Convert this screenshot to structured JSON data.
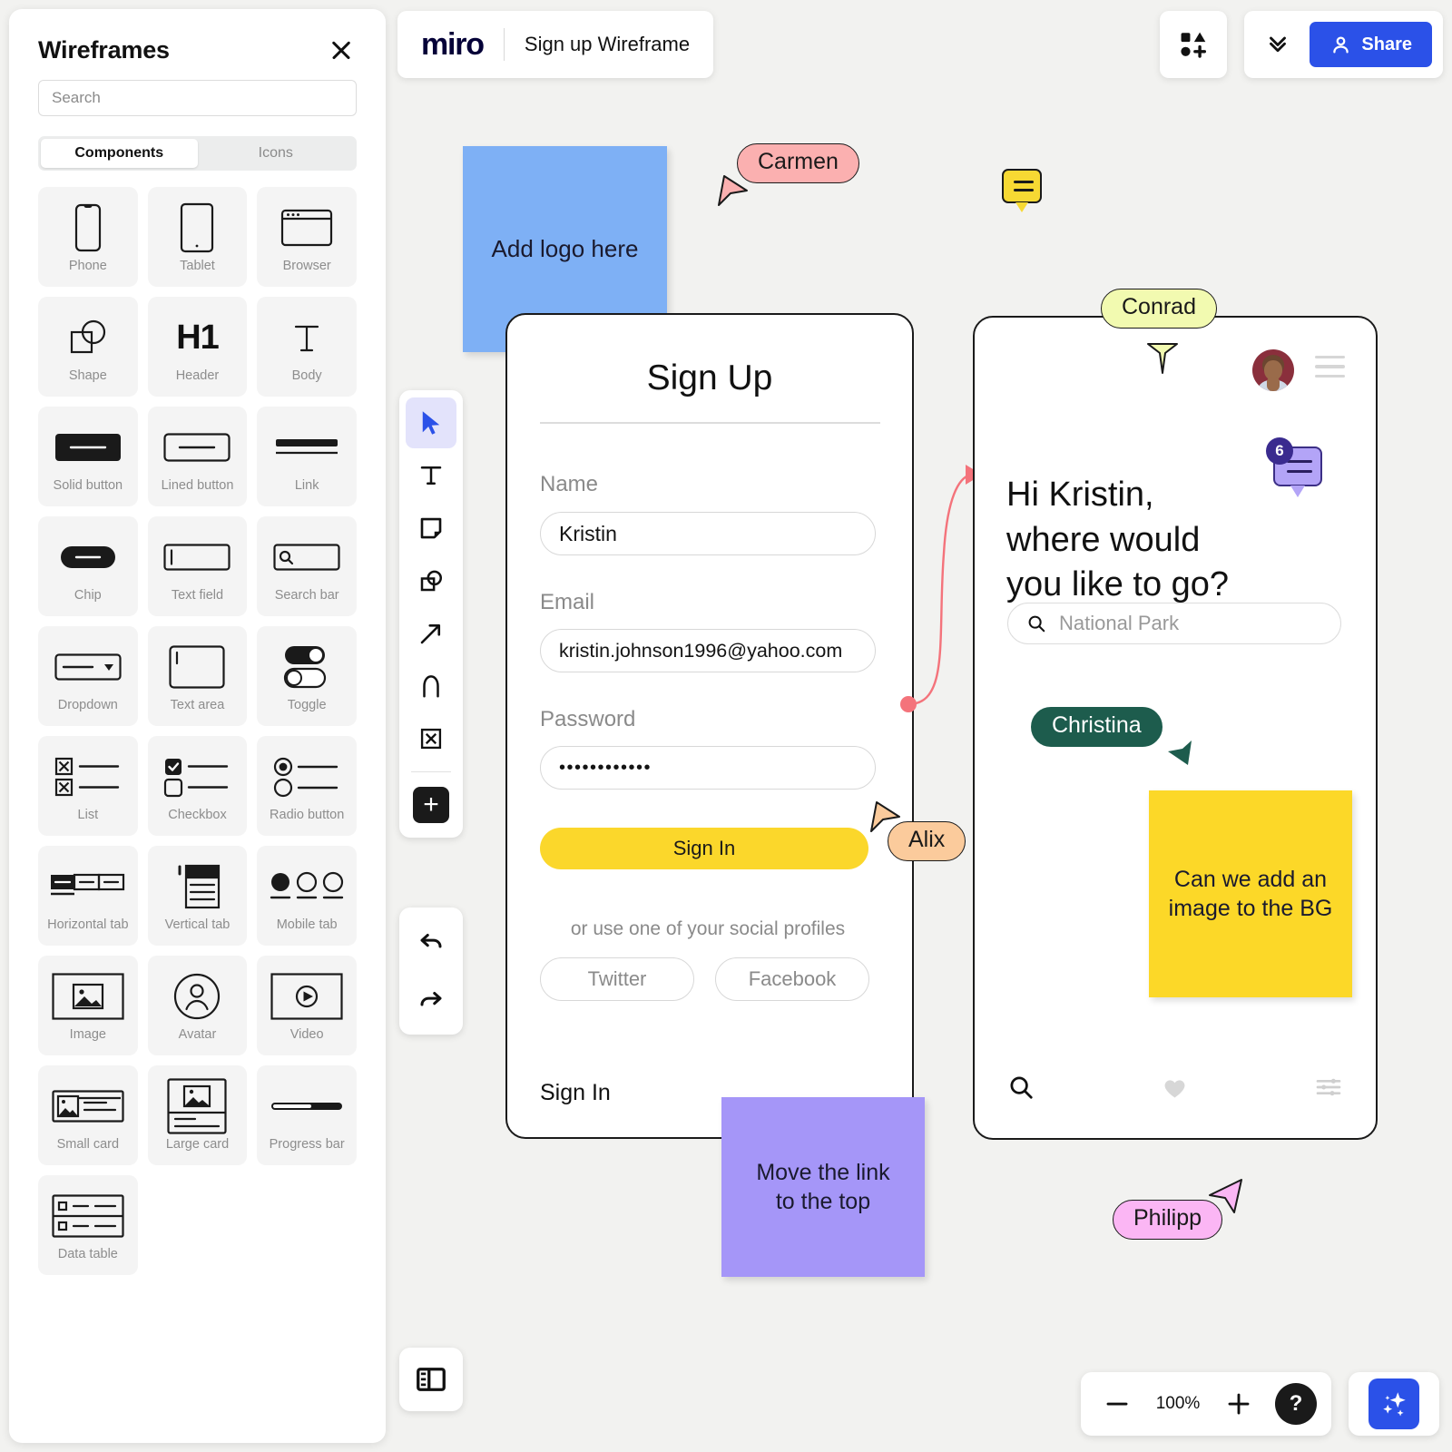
{
  "sidebar": {
    "title": "Wireframes",
    "close_icon": "close-icon",
    "search_placeholder": "Search",
    "tabs": [
      {
        "label": "Components",
        "active": true
      },
      {
        "label": "Icons",
        "active": false
      }
    ],
    "components": [
      {
        "label": "Phone",
        "icon": "phone-icon"
      },
      {
        "label": "Tablet",
        "icon": "tablet-icon"
      },
      {
        "label": "Browser",
        "icon": "browser-icon"
      },
      {
        "label": "Shape",
        "icon": "shape-icon"
      },
      {
        "label": "Header",
        "icon": "header-h1-icon"
      },
      {
        "label": "Body",
        "icon": "body-text-icon"
      },
      {
        "label": "Solid button",
        "icon": "solid-button-icon"
      },
      {
        "label": "Lined button",
        "icon": "lined-button-icon"
      },
      {
        "label": "Link",
        "icon": "link-icon"
      },
      {
        "label": "Chip",
        "icon": "chip-icon"
      },
      {
        "label": "Text field",
        "icon": "text-field-icon"
      },
      {
        "label": "Search bar",
        "icon": "search-bar-icon"
      },
      {
        "label": "Dropdown",
        "icon": "dropdown-icon"
      },
      {
        "label": "Text area",
        "icon": "text-area-icon"
      },
      {
        "label": "Toggle",
        "icon": "toggle-icon"
      },
      {
        "label": "List",
        "icon": "list-icon"
      },
      {
        "label": "Checkbox",
        "icon": "checkbox-icon"
      },
      {
        "label": "Radio button",
        "icon": "radio-button-icon"
      },
      {
        "label": "Horizontal tab",
        "icon": "horizontal-tab-icon"
      },
      {
        "label": "Vertical tab",
        "icon": "vertical-tab-icon"
      },
      {
        "label": "Mobile tab",
        "icon": "mobile-tab-icon"
      },
      {
        "label": "Image",
        "icon": "image-icon"
      },
      {
        "label": "Avatar",
        "icon": "avatar-icon"
      },
      {
        "label": "Video",
        "icon": "video-icon"
      },
      {
        "label": "Small card",
        "icon": "small-card-icon"
      },
      {
        "label": "Large card",
        "icon": "large-card-icon"
      },
      {
        "label": "Progress bar",
        "icon": "progress-bar-icon"
      },
      {
        "label": "Data table",
        "icon": "data-table-icon"
      }
    ]
  },
  "topbar": {
    "logo": "miro",
    "board_name": "Sign up Wireframe",
    "templates_icon": "shapes-plus-icon",
    "collapse_icon": "chevron-double-down-icon",
    "share_label": "Share",
    "share_icon": "person-icon",
    "share_color": "#2b51e8"
  },
  "toolbar": {
    "tools": [
      {
        "name": "select-tool",
        "icon": "cursor-arrow-icon",
        "active": true
      },
      {
        "name": "text-tool",
        "icon": "text-t-icon",
        "active": false
      },
      {
        "name": "sticky-tool",
        "icon": "sticky-note-icon",
        "active": false
      },
      {
        "name": "shapes-tool",
        "icon": "shapes-icon",
        "active": false
      },
      {
        "name": "connector-tool",
        "icon": "arrow-line-icon",
        "active": false
      },
      {
        "name": "pen-tool",
        "icon": "pen-icon",
        "active": false
      },
      {
        "name": "frame-tool",
        "icon": "frame-x-icon",
        "active": false
      },
      {
        "name": "more-tool",
        "icon": "plus-icon",
        "active": false
      }
    ],
    "undo_icon": "undo-icon",
    "redo_icon": "redo-icon",
    "panel_toggle_icon": "sidebar-panel-icon"
  },
  "canvas": {
    "sticky_notes": [
      {
        "name": "logo-note",
        "text": "Add logo here",
        "color": "#7eb0f5"
      },
      {
        "name": "link-note",
        "text": "Move the link\nto the top",
        "color": "#a596f8"
      },
      {
        "name": "bg-note",
        "text": "Can we add an\nimage to the BG",
        "color": "#fcd828"
      }
    ],
    "cursors": [
      {
        "name": "Carmen",
        "bg": "#fbb0b0",
        "fg": "#1a1a1a"
      },
      {
        "name": "Conrad",
        "bg": "#f2fab0",
        "fg": "#1a1a1a"
      },
      {
        "name": "Alix",
        "bg": "#fbcb9c",
        "fg": "#1a1a1a"
      },
      {
        "name": "Christina",
        "bg": "#1d5c4d",
        "fg": "#ffffff"
      },
      {
        "name": "Philipp",
        "bg": "#fbb6f4",
        "fg": "#1a1a1a"
      }
    ],
    "comment_badges": [
      {
        "name": "yellow-comment",
        "count": "",
        "color": "#f7d933"
      },
      {
        "name": "purple-comment",
        "count": "6",
        "color": "#b3a4f7"
      }
    ],
    "signup_frame": {
      "title": "Sign Up",
      "fields": [
        {
          "label": "Name",
          "value": "Kristin"
        },
        {
          "label": "Email",
          "value": "kristin.johnson1996@yahoo.com"
        },
        {
          "label": "Password",
          "value": "••••••••••••"
        }
      ],
      "primary_button": "Sign In",
      "primary_button_color": "#fbd72b",
      "divider_text": "or use one of your social profiles",
      "social_buttons": [
        "Twitter",
        "Facebook"
      ],
      "footer_link": "Sign In"
    },
    "search_frame": {
      "heading": "Hi Kristin,\nwhere would\nyou like to go?",
      "search_placeholder": "National Park",
      "search_icon": "search-icon",
      "menu_icon": "hamburger-icon",
      "avatar_icon": "avatar-photo",
      "bottom_nav": [
        {
          "name": "search-nav-icon",
          "icon": "search-icon"
        },
        {
          "name": "favorite-nav-icon",
          "icon": "heart-icon"
        },
        {
          "name": "filter-nav-icon",
          "icon": "sliders-icon"
        }
      ]
    }
  },
  "zoom_controls": {
    "minus_icon": "minus-icon",
    "value": "100%",
    "plus_icon": "plus-icon",
    "help_label": "?",
    "ai_icon": "sparkles-icon",
    "ai_color": "#2b51e8"
  }
}
